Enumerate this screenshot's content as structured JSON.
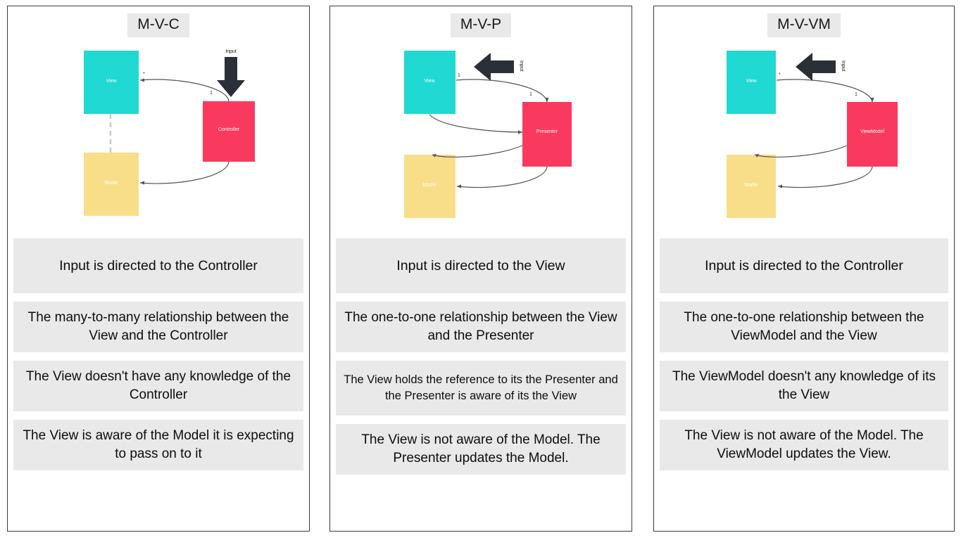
{
  "panels": [
    {
      "title": "M-V-C",
      "diagram": {
        "nodes": {
          "view": "View",
          "model": "Model",
          "controller": "Controller"
        },
        "input_label": "Input",
        "input_arrow_direction": "down",
        "multiplicity": {
          "view_side": "*",
          "controller_side": "1"
        },
        "colors": {
          "view": "#1FD9D2",
          "model": "#F9DE89",
          "controller": "#F93A5E",
          "arrow": "#2B3038",
          "connector": "#545454",
          "dashed_connector": "#c9c9c9"
        }
      },
      "facts": [
        "Input is directed to the Controller",
        "The many-to-many relationship between the View and the Controller",
        "The View doesn't have any knowledge of the Controller",
        "The View is aware of the Model it is expecting to pass on to it"
      ]
    },
    {
      "title": "M-V-P",
      "diagram": {
        "nodes": {
          "view": "View",
          "model": "Model",
          "controller": "Presenter"
        },
        "input_label": "Input",
        "input_arrow_direction": "left",
        "multiplicity": {
          "view_side": "1",
          "controller_side": "1"
        },
        "colors": {
          "view": "#1FD9D2",
          "model": "#F9DE89",
          "controller": "#F93A5E",
          "arrow": "#2B3038",
          "connector": "#545454",
          "dashed_connector": "#c9c9c9"
        }
      },
      "facts": [
        "Input is directed to the View",
        "The one-to-one relationship between the View and the Presenter",
        "The View holds the reference to its the Presenter and the Presenter is aware of its the View",
        "The View is not aware of the Model. The Presenter updates the Model."
      ]
    },
    {
      "title": "M-V-VM",
      "diagram": {
        "nodes": {
          "view": "View",
          "model": "Model",
          "controller": "ViewModel"
        },
        "input_label": "Input",
        "input_arrow_direction": "left",
        "multiplicity": {
          "view_side": "*",
          "controller_side": "1"
        },
        "colors": {
          "view": "#1FD9D2",
          "model": "#F9DE89",
          "controller": "#F93A5E",
          "arrow": "#2B3038",
          "connector": "#545454",
          "dashed_connector": "#c9c9c9"
        }
      },
      "facts": [
        "Input is directed to the Controller",
        "The one-to-one relationship between the ViewModel and the View",
        "The ViewModel doesn't any knowledge of its the View",
        "The View is not aware of the Model. The ViewModel updates the View."
      ]
    }
  ]
}
